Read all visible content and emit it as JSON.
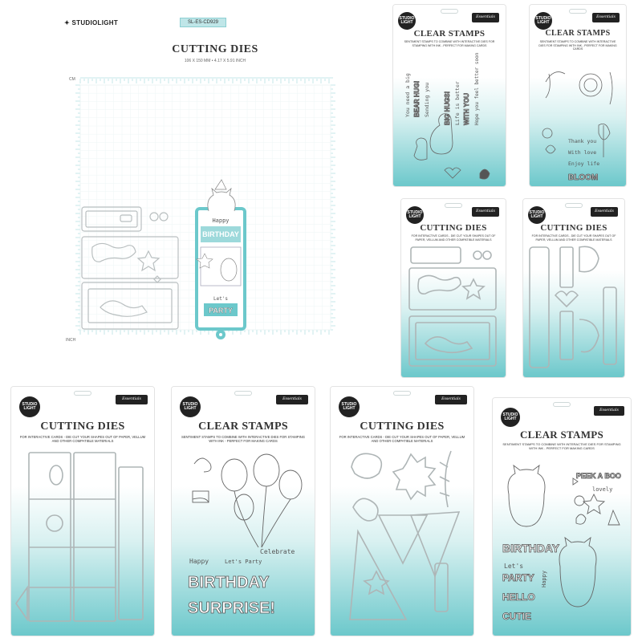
{
  "colors": {
    "teal": "#6cc8cb",
    "dark": "#222222",
    "line": "#b9bfc0",
    "grid": "#d6eded"
  },
  "main_sheet": {
    "brand": "STUDIOLIGHT",
    "sku": "SL-ES-CD929",
    "title": "CUTTING DIES",
    "dimensions": "106 X 150 MM • 4.17 X 5.91 INCH",
    "ruler_top_unit": "CM",
    "ruler_bottom_unit": "INCH",
    "tag_text": {
      "happy": "Happy",
      "birthday": "BIRTHDAY",
      "lets": "Let's",
      "party": "PARTY"
    }
  },
  "products": [
    {
      "id": "stamps-bear",
      "logo": "STUDIO LIGHT",
      "badge": "Essentials",
      "title": "CLEAR STAMPS",
      "subtitle": "SENTIMENT STAMPS TO COMBINE WITH INTERACTIVE DIES FOR STAMPING WITH INK - PERFECT FOR MAKING CARDS",
      "texts": [
        "You need a big",
        "BEAR HUG!",
        "Sending you",
        "BIG HUGS!",
        "Life is better",
        "WITH YOU",
        "Hope you feel better soon"
      ]
    },
    {
      "id": "stamps-flowers",
      "logo": "STUDIO LIGHT",
      "badge": "Essentials",
      "title": "CLEAR STAMPS",
      "subtitle": "SENTIMENT STAMPS TO COMBINE WITH INTERACTIVE DIES FOR STAMPING WITH INK - PERFECT FOR MAKING CARDS",
      "texts": [
        "Thank you",
        "With love",
        "Enjoy life",
        "BLOOM"
      ]
    },
    {
      "id": "dies-frame",
      "logo": "STUDIO LIGHT",
      "badge": "Essentials",
      "title": "CUTTING DIES",
      "subtitle": "FOR INTERACTIVE CARDS - DIE CUT YOUR SHAPES OUT OF PAPER, VELLUM AND OTHER COMPATIBLE MATERIALS"
    },
    {
      "id": "dies-tag",
      "logo": "STUDIO LIGHT",
      "badge": "Essentials",
      "title": "CUTTING DIES",
      "subtitle": "FOR INTERACTIVE CARDS - DIE CUT YOUR SHAPES OUT OF PAPER, VELLUM AND OTHER COMPATIBLE MATERIALS"
    },
    {
      "id": "dies-box",
      "logo": "STUDIO LIGHT",
      "badge": "Essentials",
      "title": "CUTTING DIES",
      "subtitle": "FOR INTERACTIVE CARDS - DIE CUT YOUR SHAPES OUT OF PAPER, VELLUM AND OTHER COMPATIBLE MATERIALS"
    },
    {
      "id": "stamps-balloons",
      "logo": "STUDIO LIGHT",
      "badge": "Essentials",
      "title": "CLEAR STAMPS",
      "subtitle": "SENTIMENT STAMPS TO COMBINE WITH INTERACTIVE DIES FOR STAMPING WITH INK - PERFECT FOR MAKING CARDS",
      "texts": [
        "Celebrate",
        "Happy",
        "Let's Party",
        "BIRTHDAY",
        "SURPRISE!"
      ]
    },
    {
      "id": "dies-hat",
      "logo": "STUDIO LIGHT",
      "badge": "Essentials",
      "title": "CUTTING DIES",
      "subtitle": "FOR INTERACTIVE CARDS - DIE CUT YOUR SHAPES OUT OF PAPER, VELLUM AND OTHER COMPATIBLE MATERIALS"
    },
    {
      "id": "stamps-cat",
      "logo": "STUDIO LIGHT",
      "badge": "Essentials",
      "title": "CLEAR STAMPS",
      "subtitle": "SENTIMENT STAMPS TO COMBINE WITH INTERACTIVE DIES FOR STAMPING WITH INK - PERFECT FOR MAKING CARDS",
      "texts": [
        "PEEK A BOO",
        "lovely",
        "BIRTHDAY",
        "Let's",
        "PARTY",
        "Happy",
        "HELLO",
        "CUTIE"
      ]
    }
  ]
}
